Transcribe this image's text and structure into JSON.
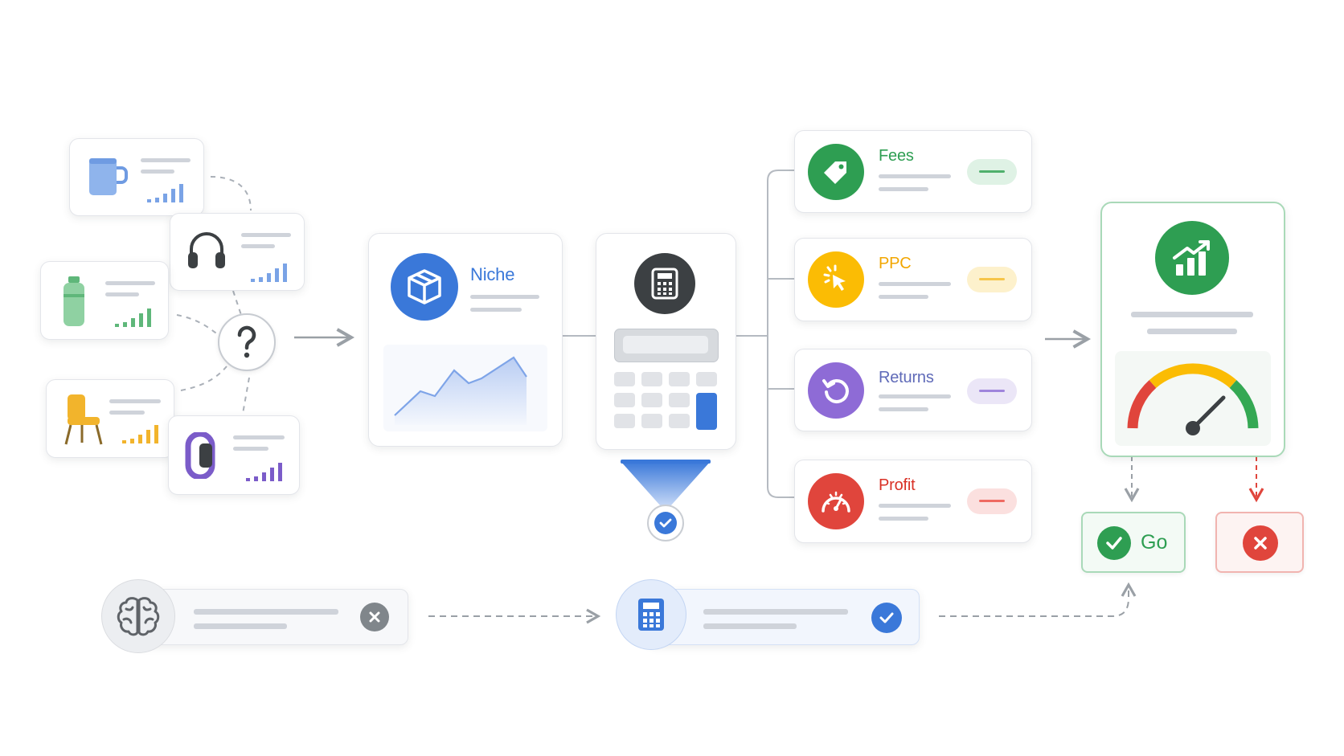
{
  "niche": {
    "label": "Niche"
  },
  "metrics": [
    {
      "id": "fees",
      "label": "Fees",
      "icon": "price-tag-icon",
      "color": "#34a853",
      "pill": "#dff2e5"
    },
    {
      "id": "ppc",
      "label": "PPC",
      "icon": "cursor-click-icon",
      "color": "#fbbc04",
      "pill": "#fdf1cc"
    },
    {
      "id": "returns",
      "label": "Returns",
      "icon": "refresh-icon",
      "color": "#8e6bd6",
      "pill": "#ebe6f7"
    },
    {
      "id": "profit",
      "label": "Profit",
      "icon": "speedometer-icon",
      "color": "#e0453c",
      "pill": "#fbe0df"
    }
  ],
  "decision": {
    "go_label": "Go"
  },
  "products": [
    "mug-icon",
    "headphones-icon",
    "bottle-icon",
    "chair-icon",
    "fitness-band-icon"
  ],
  "colors": {
    "blue": "#3a78d9",
    "green": "#2e9e52",
    "red": "#e0453c",
    "yellow": "#fbbc04",
    "purple": "#8e6bd6",
    "dark": "#3c4043"
  }
}
